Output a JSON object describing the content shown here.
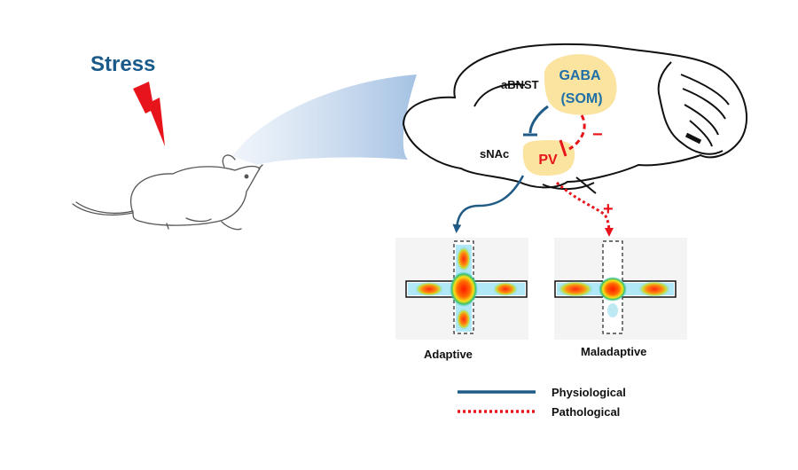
{
  "diagram": {
    "stress_label": "Stress",
    "regions": {
      "abnst": "aBNST",
      "snac": "sNAc"
    },
    "nodes": {
      "gaba_line1": "GABA",
      "gaba_line2": "(SOM)",
      "pv": "PV"
    },
    "signs": {
      "minus": "−",
      "plus": "+"
    },
    "outcomes": {
      "adaptive": "Adaptive",
      "maladaptive": "Maladaptive"
    },
    "legend": {
      "physiological": "Physiological",
      "pathological": "Pathological"
    },
    "colors": {
      "physiological": "#1f5b86",
      "pathological": "#e8141c",
      "stress_text": "#1a5a8a",
      "node_fill": "#fbe3a0",
      "gaba_text": "#1f6fa8",
      "pv_text": "#e8141c"
    }
  }
}
